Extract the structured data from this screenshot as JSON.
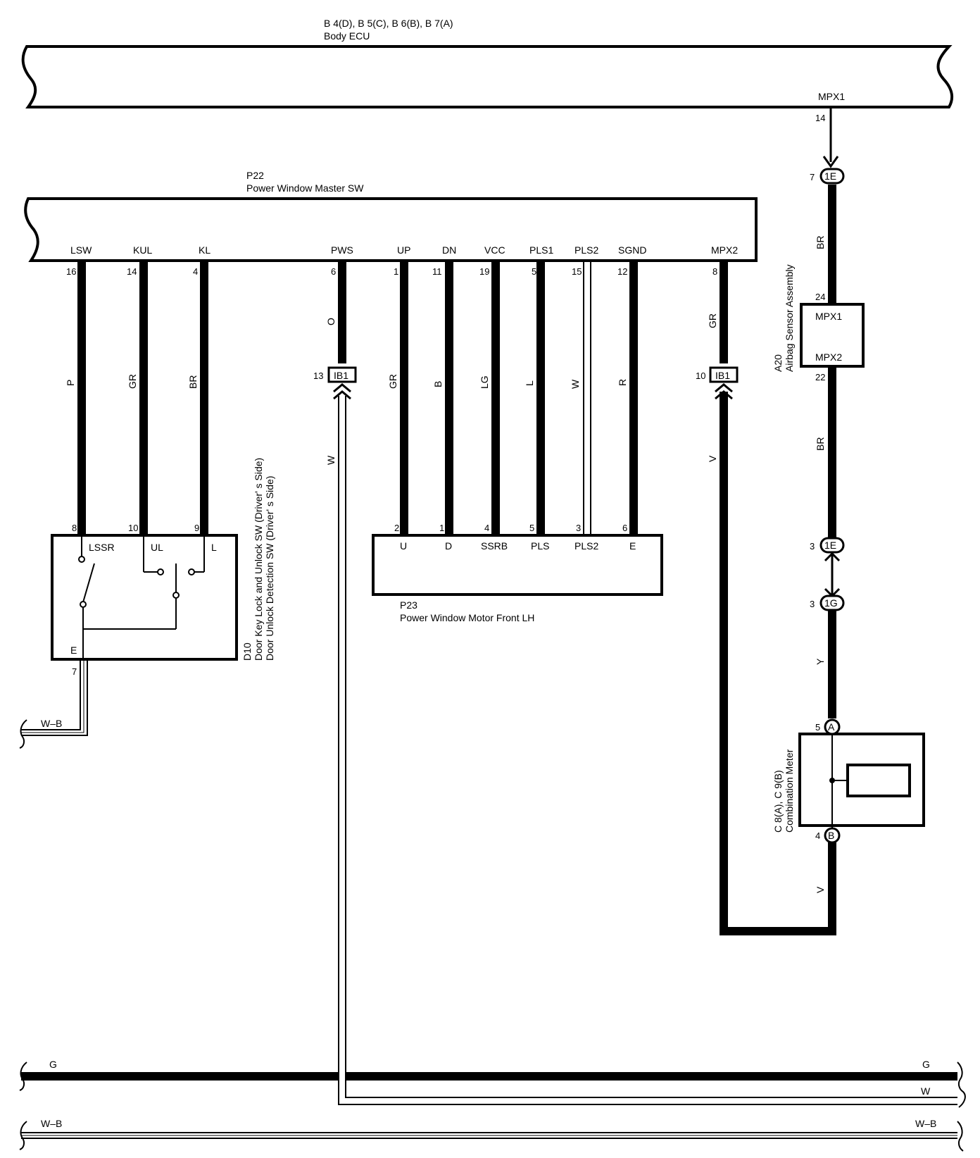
{
  "components": {
    "body_ecu": {
      "code": "B 4(D), B 5(C), B 6(B), B 7(A)",
      "name": "Body ECU",
      "terminal": "MPX1",
      "pin": "14"
    },
    "master_sw": {
      "code": "P22",
      "name": "Power Window Master SW",
      "terminals": [
        {
          "label": "LSW",
          "pin": "16",
          "wire": "P"
        },
        {
          "label": "KUL",
          "pin": "14",
          "wire": "GR"
        },
        {
          "label": "KL",
          "pin": "4",
          "wire": "BR"
        },
        {
          "label": "PWS",
          "pin": "6",
          "wire": "O"
        },
        {
          "label": "UP",
          "pin": "1",
          "wire": "GR"
        },
        {
          "label": "DN",
          "pin": "11",
          "wire": "B"
        },
        {
          "label": "VCC",
          "pin": "19",
          "wire": "LG"
        },
        {
          "label": "PLS1",
          "pin": "5",
          "wire": "L"
        },
        {
          "label": "PLS2",
          "pin": "15",
          "wire": "W"
        },
        {
          "label": "SGND",
          "pin": "12",
          "wire": "R"
        },
        {
          "label": "MPX2",
          "pin": "8",
          "wire": "GR"
        }
      ]
    },
    "door_sw": {
      "code": "D10",
      "name1": "Door Key Lock and Unlock SW (Driver' s Side)",
      "name2": "Door Unlock Detection SW (Driver' s Side)",
      "terminals": [
        {
          "label": "LSSR",
          "pin": "8"
        },
        {
          "label": "UL",
          "pin": "10"
        },
        {
          "label": "L",
          "pin": "9"
        },
        {
          "label": "E",
          "pin": "7"
        }
      ],
      "ground_wire": "W–B"
    },
    "motor": {
      "code": "P23",
      "name": "Power Window Motor Front LH",
      "terminals": [
        {
          "label": "U",
          "pin": "2"
        },
        {
          "label": "D",
          "pin": "1"
        },
        {
          "label": "SSRB",
          "pin": "4"
        },
        {
          "label": "PLS",
          "pin": "5"
        },
        {
          "label": "PLS2",
          "pin": "3"
        },
        {
          "label": "E",
          "pin": "6"
        }
      ]
    },
    "airbag": {
      "code": "A20",
      "name": "Airbag Sensor Assembly",
      "t1": "MPX1",
      "t2": "MPX2",
      "pin1": "24",
      "pin2": "22"
    },
    "meter": {
      "code": "C 8(A), C 9(B)",
      "name": "Combination Meter",
      "conn_a": "A",
      "conn_b": "B",
      "pin_a": "5",
      "pin_b": "4"
    }
  },
  "connectors": {
    "ib1_left": {
      "id": "IB1",
      "pin": "13"
    },
    "ib1_right": {
      "id": "IB1",
      "pin": "10"
    },
    "c1e_top": {
      "id": "1E",
      "pin": "7"
    },
    "c1e_bottom": {
      "id": "1E",
      "pin": "3"
    },
    "c1g": {
      "id": "1G",
      "pin": "3"
    }
  },
  "wires": {
    "pws_down": "W",
    "mpx2_down": "V",
    "ecu_to_airbag": "BR",
    "airbag_to_1e": "BR",
    "c1g_to_meter": "Y",
    "meter_return": "V"
  },
  "buses": {
    "g_left": "G",
    "g_right": "G",
    "w_right": "W",
    "wb_left": "W–B",
    "wb_right": "W–B"
  }
}
